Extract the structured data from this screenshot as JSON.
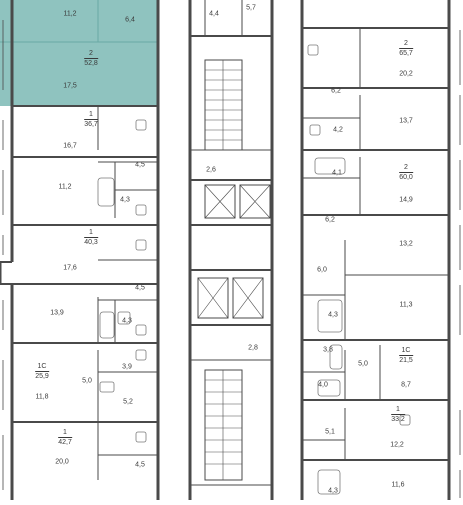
{
  "colors": {
    "wall": "#4a4a4a",
    "highlight": "#8fc3bf",
    "fixture": "#7a7a7a",
    "background": "#ffffff"
  },
  "apartments": [
    {
      "id": "apt-a",
      "rooms": "2",
      "area": "52,8"
    },
    {
      "id": "apt-b",
      "rooms": "1",
      "area": "36,7"
    },
    {
      "id": "apt-c",
      "rooms": "1",
      "area": "40,3"
    },
    {
      "id": "apt-d",
      "rooms": "1С",
      "area": "25,9"
    },
    {
      "id": "apt-e",
      "rooms": "1",
      "area": "42,7"
    },
    {
      "id": "apt-f",
      "rooms": "2",
      "area": "65,7"
    },
    {
      "id": "apt-g",
      "rooms": "2",
      "area": "60,0"
    },
    {
      "id": "apt-h",
      "rooms": "1С",
      "area": "21,5"
    },
    {
      "id": "apt-i",
      "rooms": "1",
      "area": "33,2"
    }
  ],
  "room_areas": {
    "r1": "11,2",
    "r2": "6,4",
    "r3": "17,5",
    "r4": "16,7",
    "r5": "4,5",
    "r6": "11,2",
    "r7": "4,3",
    "r8": "17,6",
    "r9": "4,5",
    "r10": "13,9",
    "r11": "4,3",
    "r12": "3,9",
    "r13": "5,0",
    "r14": "11,8",
    "r15": "5,2",
    "r16": "20,0",
    "r17": "4,5",
    "r18": "4,4",
    "r19": "5,7",
    "r20": "2,6",
    "r21": "2,8",
    "r22": "20,2",
    "r23": "6,2",
    "r24": "4,2",
    "r25": "13,7",
    "r26": "4,1",
    "r27": "14,9",
    "r28": "6,2",
    "r29": "13,2",
    "r30": "6,0",
    "r31": "11,3",
    "r32": "4,3",
    "r33": "3,8",
    "r34": "5,0",
    "r35": "8,7",
    "r36": "4,0",
    "r37": "12,2",
    "r38": "5,1",
    "r39": "11,6",
    "r40": "4,3"
  }
}
